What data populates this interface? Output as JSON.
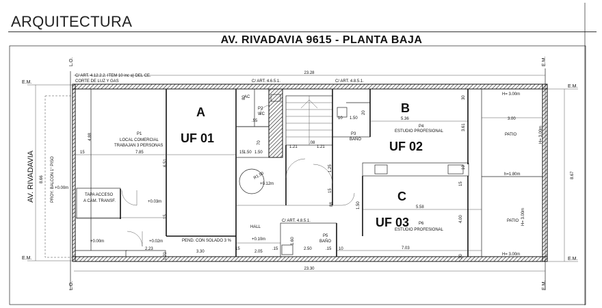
{
  "header": {
    "title": "ARQUITECTURA"
  },
  "plan": {
    "title": "AV. RIVADAVIA 9615 - PLANTA BAJA",
    "street": "AV. RIVADAVIA",
    "balcony": "PROY. BALCON 1° PISO",
    "markers": {
      "em": "E.M.",
      "lo": "L.O."
    },
    "dims": {
      "total_top": "23.28",
      "total_bottom": "23.30",
      "depth": "8.67",
      "depth_left": "8.66",
      "d_488": "4.88",
      "d_785": "7.85",
      "d_651": "6.51",
      "d_15a": "15",
      "d_15b": "15",
      "d_223": "2.23",
      "d_170": "1.70",
      "d_330": "3.30",
      "d_205": "2.05",
      "d_250": "2.50",
      "d_160": "1.60",
      "d_15c": ".15",
      "d_15d": ".15",
      "d_010": "10",
      "d_015e": "15",
      "d_536": "5.36",
      "d_300": "3.00",
      "d_361": "3.61",
      "d_558": "5.58",
      "d_400": "4.00",
      "d_703": "7.03",
      "d_121a": "1.21",
      "d_121b": "1.21",
      "d_08": ".08",
      "d_125": "1.25",
      "d_150a": "1.50",
      "d_150b": "1.50",
      "d_150c": "1.50",
      "d_15f": "15",
      "d_55": ".55",
      "d_80": "80",
      "d_70": "70",
      "d_88": "88",
      "d_30a": "30",
      "d_30b": "30",
      "d_10b": "10",
      "d_15g": "15",
      "d_15h": "15",
      "d_150d": "1.50",
      "d_20": "20",
      "d_10c": "10"
    },
    "notes": {
      "corte_1": "C/ ART. 4.12.2.2. ITEM 10 inc a) DEL CE.",
      "corte_2": "CORTE DE LUZ Y GAS",
      "art_a": "C/ ART. 4.6.5.1.",
      "art_b": "C/ ART. 4.8.5.1.",
      "art_c": "C/ ART. 4.8.5.1.",
      "pendiente": "PEND. CON SOLADO 3 %",
      "tapa_1": "TAPA ACCESO",
      "tapa_2": "A CAM. TRANSF.",
      "h_300_top": "H= 3.00m",
      "h_300_bottom": "H= 3.00m",
      "h_180": "h=1.80m",
      "h_300_v1": "H= 3.00m",
      "h_300_v2": "H= 3.00m",
      "level_a": "+0.00m",
      "level_b": "+0.03m",
      "level_c": "+0.00m",
      "level_d": "+0.02m",
      "level_e": "+0.12m",
      "level_f": "+0.10m",
      "r_150": "R1.50"
    },
    "rooms": {
      "p1_tag": "P1",
      "p1_name": "LOCAL COMERCIAL",
      "p1_people": "TRABAJAN 3 PERSONAS",
      "p2_tag": "P2",
      "p2_name": "WC",
      "ac": "AC",
      "p3_tag": "P3",
      "p3_name": "BAÑO",
      "p4_tag": "P4",
      "p4_name": "ESTUDIO PROFESIONAL",
      "p5_tag": "P5",
      "p5_name": "BAÑO",
      "p6_tag": "P6",
      "p6_name": "ESTUDIO PROFESIONAL",
      "hall": "HALL",
      "patio_top": "PATIO",
      "patio_bottom": "PATIO"
    },
    "units": {
      "a_letter": "A",
      "a_label": "UF 01",
      "b_letter": "B",
      "b_label": "UF 02",
      "c_letter": "C",
      "c_label": "UF 03"
    }
  }
}
